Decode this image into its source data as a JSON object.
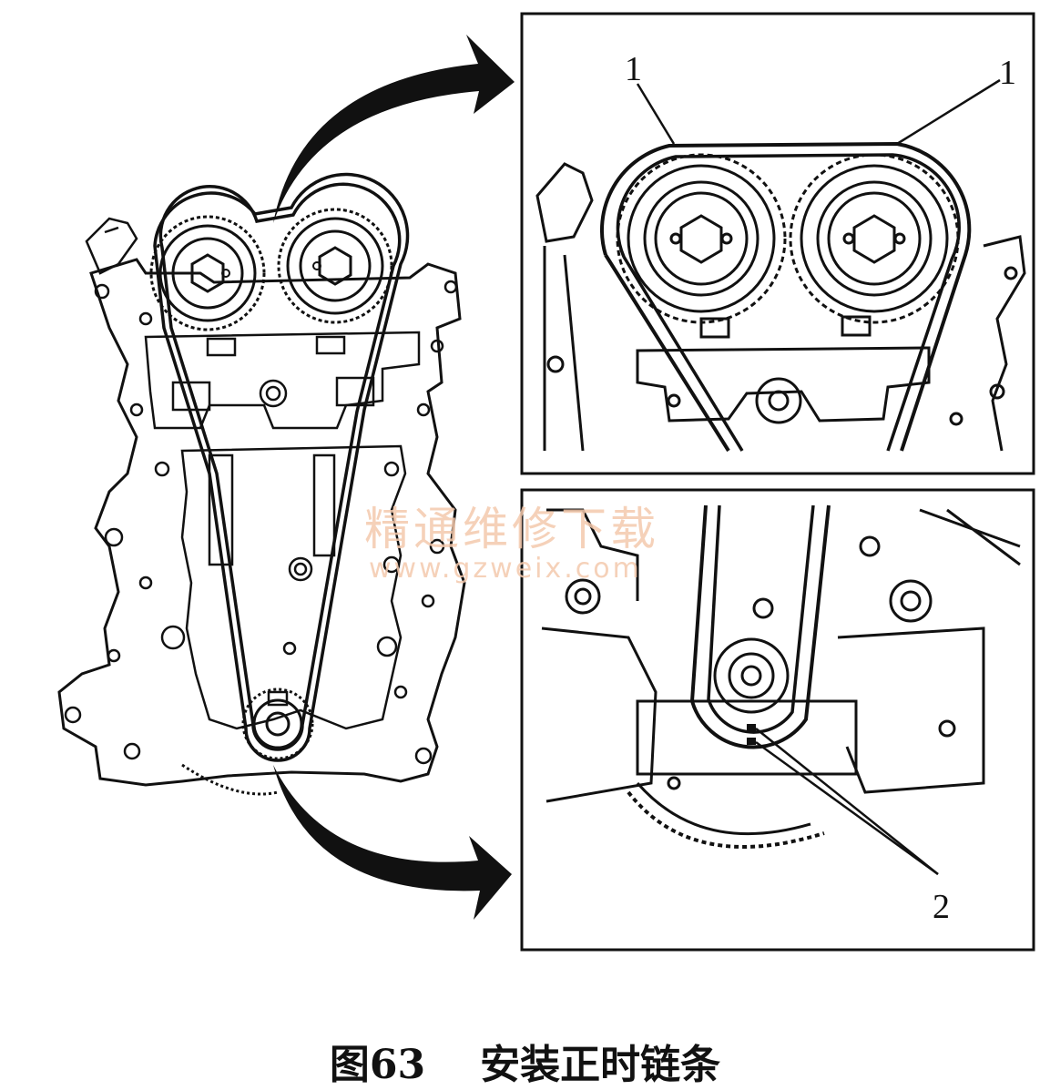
{
  "figure": {
    "number_label": "图63",
    "title": "安装正时链条"
  },
  "callouts": {
    "camshaft_mark_left": "1",
    "camshaft_mark_right": "1",
    "crankshaft_mark": "2"
  },
  "watermark": {
    "chinese": "精通维修下载",
    "url": "www.gzweix.com"
  },
  "colors": {
    "ink": "#111111",
    "watermark": "#f4c9ad"
  }
}
